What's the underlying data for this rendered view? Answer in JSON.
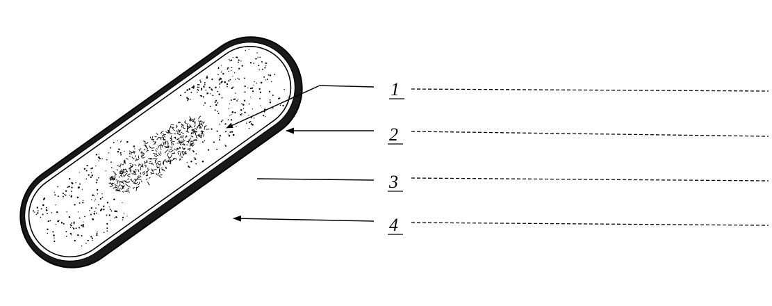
{
  "diagram": {
    "colors": {
      "ink": "#000000",
      "cell_fill": "#ffffff"
    },
    "labels": [
      {
        "number": "1"
      },
      {
        "number": "2"
      },
      {
        "number": "3"
      },
      {
        "number": "4"
      }
    ]
  }
}
